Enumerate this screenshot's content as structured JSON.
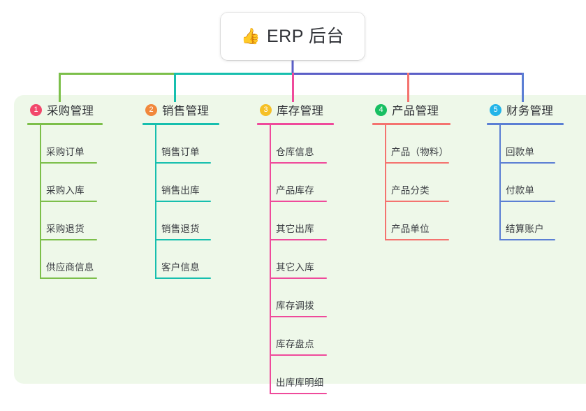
{
  "diagram": {
    "type": "mindmap",
    "root": {
      "label": "ERP 后台",
      "icon": "thumbs-up-emoji",
      "icon_glyph": "👍"
    },
    "panel_color": "#eef8e9",
    "background_color": "#ffffff",
    "bus_segments": [
      {
        "name": "bus-green",
        "color": "#7cbf4a"
      },
      {
        "name": "bus-teal",
        "color": "#16bfae"
      },
      {
        "name": "bus-purple",
        "color": "#5b5fc7"
      }
    ],
    "branches": [
      {
        "number": "1",
        "title": "采购管理",
        "badge_color": "#f2486b",
        "line_color": "#7cbf4a",
        "items": [
          "采购订单",
          "采购入库",
          "采购退货",
          "供应商信息"
        ]
      },
      {
        "number": "2",
        "title": "销售管理",
        "badge_color": "#f1883c",
        "line_color": "#16bfae",
        "items": [
          "销售订单",
          "销售出库",
          "销售退货",
          "客户信息"
        ]
      },
      {
        "number": "3",
        "title": "库存管理",
        "badge_color": "#f5c026",
        "line_color": "#ef4a9b",
        "items": [
          "仓库信息",
          "产品库存",
          "其它出库",
          "其它入库",
          "库存调拨",
          "库存盘点",
          "出库库明细"
        ]
      },
      {
        "number": "4",
        "title": "产品管理",
        "badge_color": "#18bf62",
        "line_color": "#f4736f",
        "items": [
          "产品（物料）",
          "产品分类",
          "产品单位"
        ]
      },
      {
        "number": "5",
        "title": "财务管理",
        "badge_color": "#23b4e8",
        "line_color": "#5b7fd4",
        "items": [
          "回款单",
          "付款单",
          "结算账户"
        ]
      }
    ]
  }
}
